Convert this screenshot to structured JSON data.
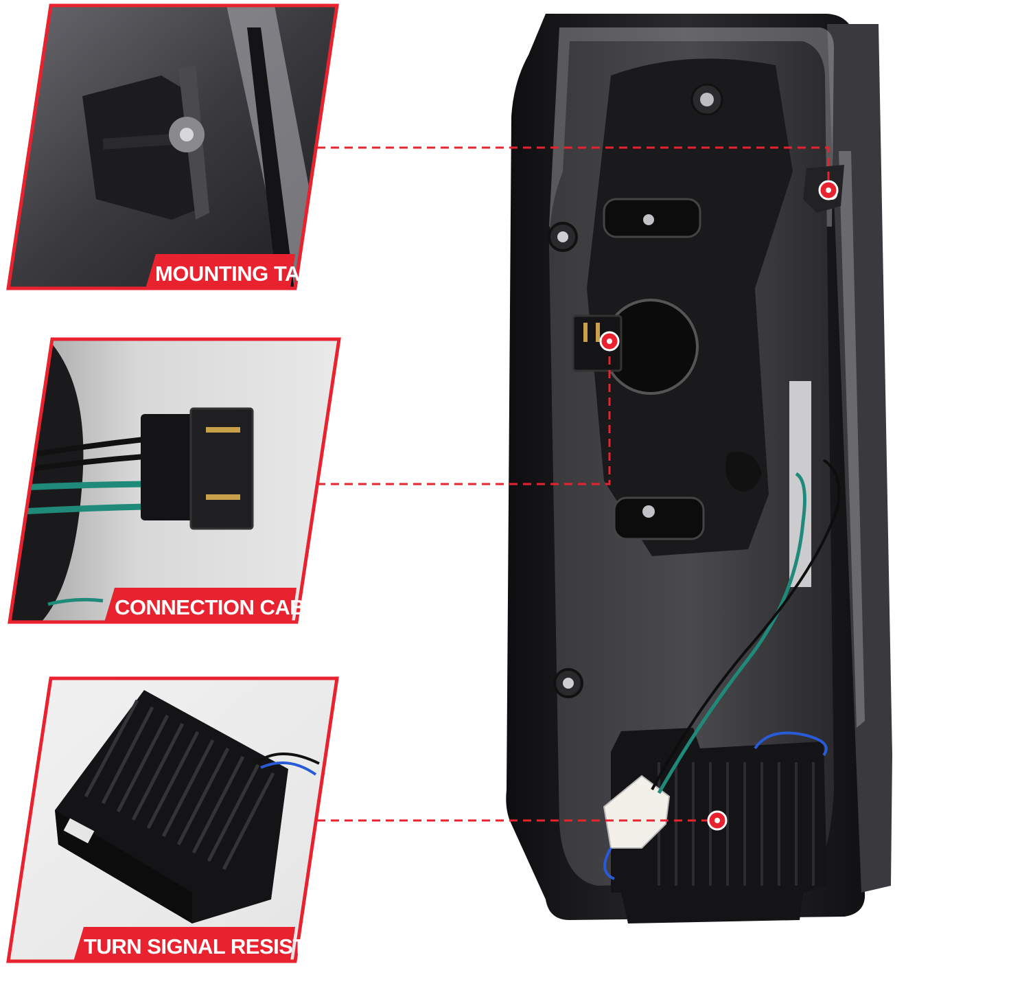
{
  "callouts": [
    {
      "id": "mounting-tab",
      "label": "MOUNTING TAB"
    },
    {
      "id": "connection-cable",
      "label": "CONNECTION CABLE"
    },
    {
      "id": "turn-signal-resistor",
      "label": "TURN SIGNAL RESISTOR"
    }
  ],
  "colors": {
    "accent": "#e8222e",
    "background": "#ffffff",
    "housing": "#1b1b1d",
    "wire_green": "#1f8a7a",
    "wire_blue": "#2a5bd7"
  }
}
